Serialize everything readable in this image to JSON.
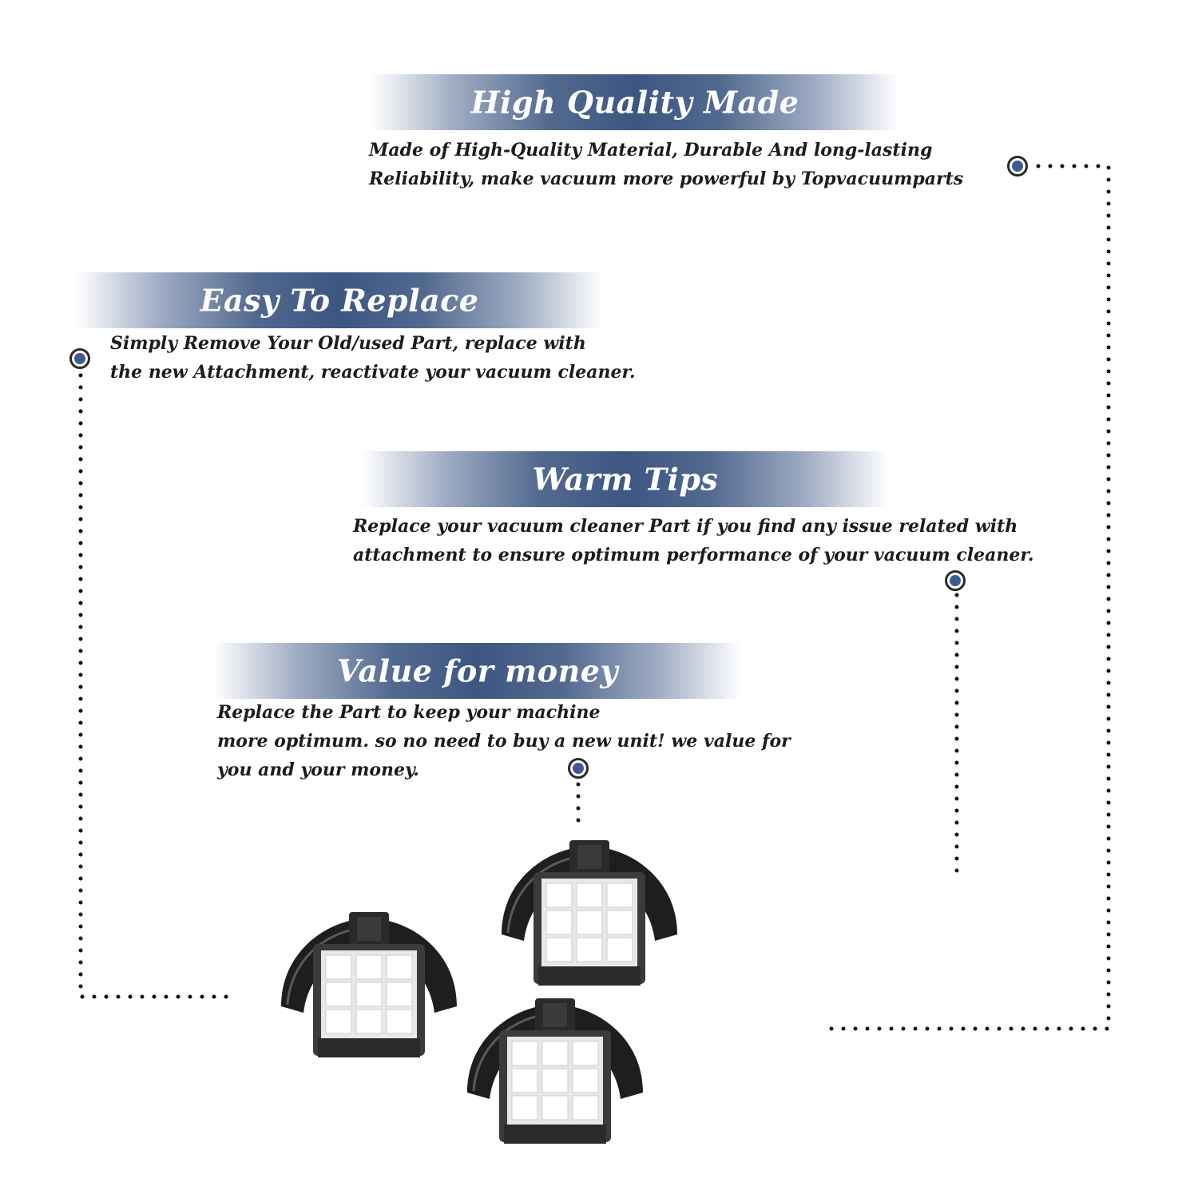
{
  "sections": {
    "quality": {
      "title": "High Quality Made",
      "lines": [
        "Made of  High-Quality Material, Durable And long-lasting",
        "Reliability, make vacuum more powerful by Topvacuumparts"
      ]
    },
    "replace": {
      "title": "Easy To Replace",
      "lines": [
        "Simply Remove Your Old/used Part, replace with",
        "the new Attachment, reactivate your vacuum cleaner."
      ]
    },
    "tips": {
      "title": "Warm Tips",
      "lines": [
        "Replace your vacuum cleaner Part if you find any issue related with",
        "attachment to ensure optimum performance of your vacuum cleaner."
      ]
    },
    "value": {
      "title": "Value for money",
      "lines": [
        "Replace the Part to keep your machine",
        "more optimum. so no need to buy a new unit! we value for",
        "you and your money."
      ]
    }
  },
  "product": {
    "icon": "vacuum-filter-icon",
    "count": 3
  },
  "colors": {
    "banner_dark": "#3d5682",
    "marker_fill": "#3e5b90",
    "text": "#1c1c1c",
    "dots": "#111111"
  }
}
